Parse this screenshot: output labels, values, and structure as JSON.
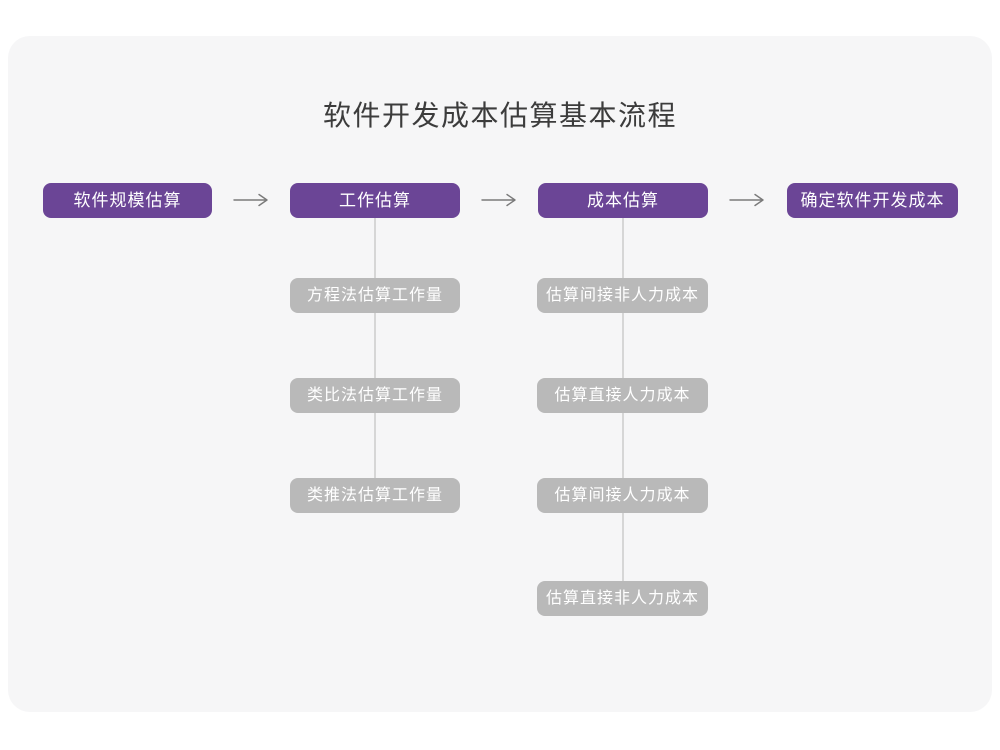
{
  "title": "软件开发成本估算基本流程",
  "colors": {
    "accent": "#6b4596",
    "gray_box": "#b9b9b9",
    "card_bg": "#f6f6f7",
    "connector": "#d6d6d6",
    "arrow": "#7a7a7a",
    "title_color": "#3c3c3c",
    "box_text": "#ffffff"
  },
  "flow": {
    "main_steps": [
      {
        "label": "软件规模估算"
      },
      {
        "label": "工作估算"
      },
      {
        "label": "成本估算"
      },
      {
        "label": "确定软件开发成本"
      }
    ],
    "work_substeps": [
      "方程法估算工作量",
      "类比法估算工作量",
      "类推法估算工作量"
    ],
    "cost_substeps": [
      "估算间接非人力成本",
      "估算直接人力成本",
      "估算间接人力成本",
      "估算直接非人力成本"
    ]
  }
}
